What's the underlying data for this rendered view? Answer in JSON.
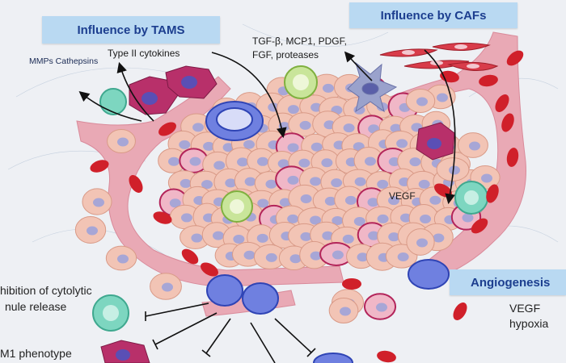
{
  "headings": {
    "tams": "Influence by TAMS",
    "cafs": "Influence by CAFs",
    "angiogenesis": "Angiogenesis"
  },
  "labels": {
    "mmps": "MMPs Cathepsins",
    "cytokines": "Type II cytokines",
    "tgf_line1": "TGF-β, MCP1, PDGF,",
    "tgf_line2": "FGF, proteases",
    "vegf_center": "VEGF",
    "vegf_right": "VEGF",
    "hypoxia": "hypoxia",
    "inhibition_line1": "hibition of cytolytic",
    "inhibition_line2": "nule release",
    "m1": "M1 phenotype"
  },
  "colors": {
    "heading_bg": "#b9d9f2",
    "heading_text": "#1c3e8f",
    "vessel": "#e9a9b5",
    "tumor_cell": "#f2c4b5",
    "nucleus": "#a7a6d6",
    "rbc": "#d0202a",
    "background": "#eef0f4"
  }
}
